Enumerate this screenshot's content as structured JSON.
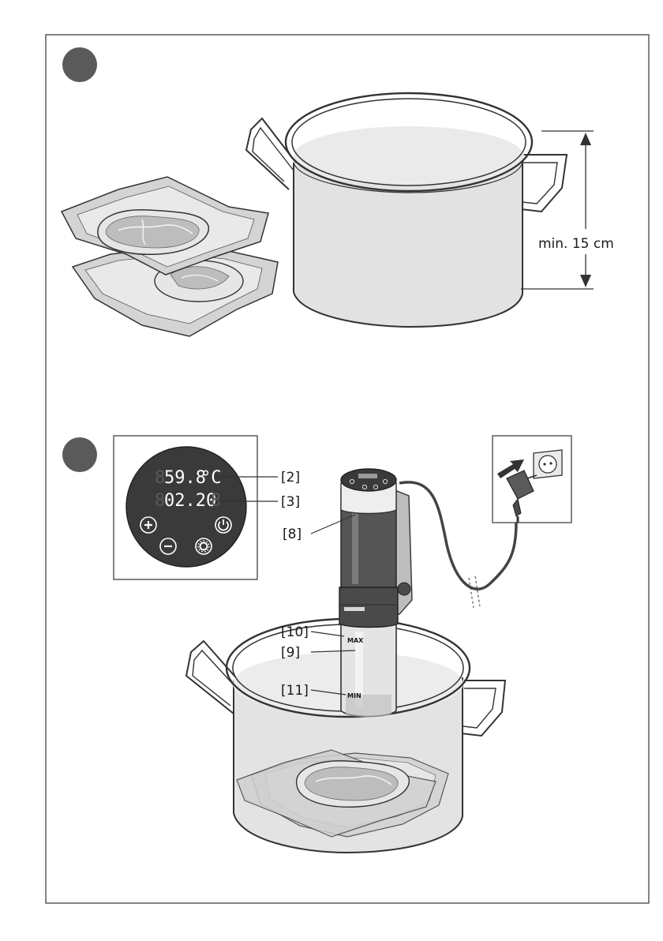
{
  "step1": {
    "height_label": "min. 15 cm"
  },
  "step2": {
    "display": {
      "temperature": "59.8",
      "unit": "°C",
      "time": "02.20"
    },
    "callouts": {
      "temp": "[2]",
      "time": "[3]",
      "head": "[8]",
      "max": "[10]",
      "body": "[9]",
      "min": "[11]"
    },
    "markings": {
      "max": "MAX",
      "min": "MIN"
    }
  },
  "colors": {
    "frame": "#333333",
    "badge": "#5a5a5a",
    "water": "#e3e3e3",
    "panel": "#3a3a3a",
    "meat": "#d3d3d3"
  }
}
